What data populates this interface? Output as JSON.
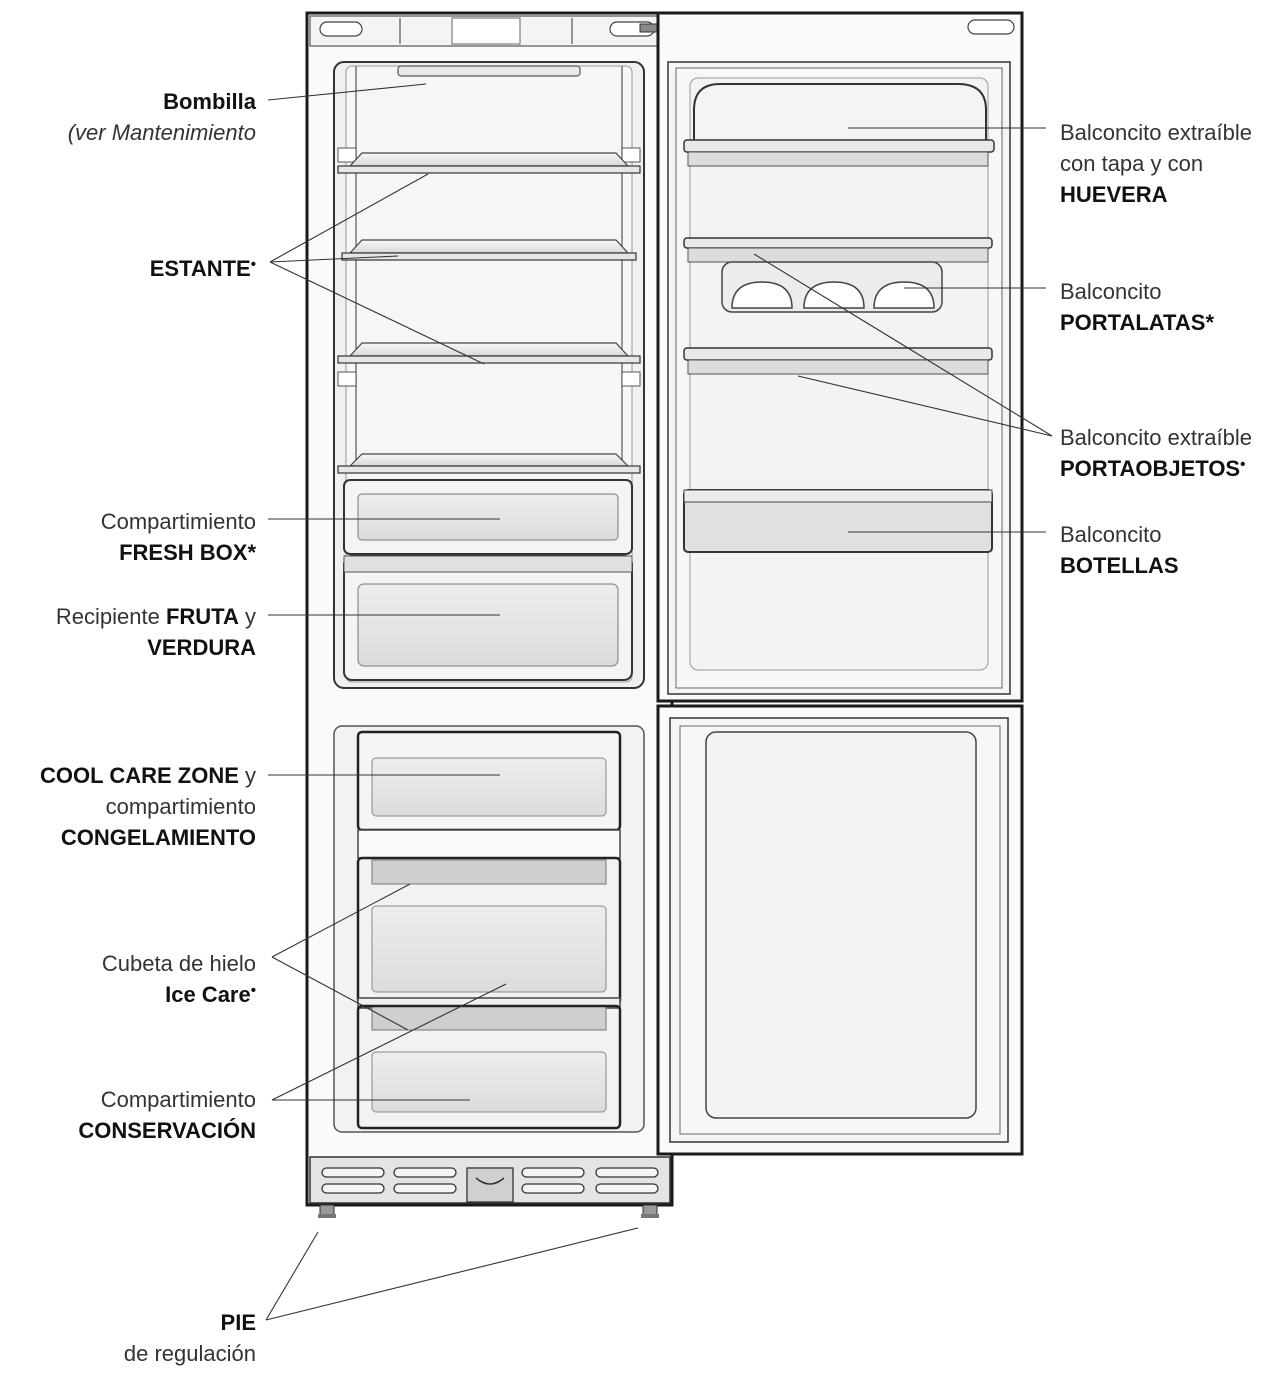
{
  "labels": {
    "bombilla": {
      "bold": "Bombilla",
      "sub": "(ver Mantenimiento"
    },
    "estante": {
      "bold": "ESTANTE",
      "mark": "•"
    },
    "fresh_box": {
      "line1": "Compartimiento",
      "bold": "FRESH BOX",
      "mark": "*"
    },
    "fruta": {
      "pre": "Recipiente ",
      "bold1": "FRUTA",
      "mid": " y",
      "bold2": "VERDURA"
    },
    "cool_care": {
      "bold1": "COOL CARE ZONE",
      "post": " y",
      "line2": "compartimiento",
      "bold2": "CONGELAMIENTO"
    },
    "ice_care": {
      "line1": "Cubeta de hielo",
      "bold": "Ice Care",
      "mark": "•"
    },
    "conservacion": {
      "line1": "Compartimiento",
      "bold": "CONSERVACIÓN"
    },
    "pie": {
      "bold": "PIE",
      "line2": "de regulación"
    },
    "huevera": {
      "line1": "Balconcito extraíble",
      "line2": "con tapa y con",
      "bold": "HUEVERA"
    },
    "portalatas": {
      "line1": "Balconcito",
      "bold": "PORTALATAS",
      "mark": "*"
    },
    "portaobjetos": {
      "line1": "Balconcito extraíble",
      "bold": "PORTAOBJETOS",
      "mark": "•"
    },
    "botellas": {
      "line1": "Balconcito",
      "bold": "BOTELLAS"
    }
  },
  "colors": {
    "outline": "#1a1a1a",
    "interior": "#f2f2f2",
    "shade": "#d9d9d9",
    "leader": "#333333"
  }
}
